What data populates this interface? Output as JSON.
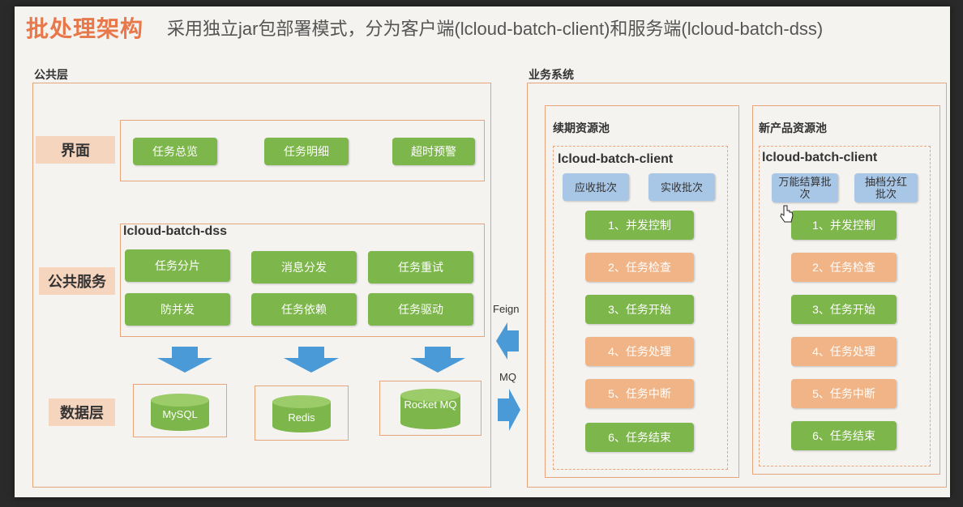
{
  "title": "批处理架构",
  "subtitle": "采用独立jar包部署模式，分为客户端(lcloud-batch-client)和服务端(lcloud-batch-dss)",
  "public_layer": {
    "label": "公共层",
    "ui_row": {
      "label": "界面",
      "items": [
        "任务总览",
        "任务明细",
        "超时预警"
      ]
    },
    "service_row": {
      "label": "公共服务",
      "box_title": "lcloud-batch-dss",
      "items": [
        "任务分片",
        "消息分发",
        "任务重试",
        "防并发",
        "任务依赖",
        "任务驱动"
      ]
    },
    "data_row": {
      "label": "数据层",
      "stores": [
        "MySQL",
        "Redis",
        "Rocket MQ"
      ]
    }
  },
  "connector": {
    "feign": "Feign",
    "mq": "MQ"
  },
  "business": {
    "label": "业务系统",
    "pools": [
      {
        "title": "续期资源池",
        "client": "lcloud-batch-client",
        "batches": [
          "应收批次",
          "实收批次"
        ],
        "steps": [
          "1、并发控制",
          "2、任务检查",
          "3、任务开始",
          "4、任务处理",
          "5、任务中断",
          "6、任务结束"
        ]
      },
      {
        "title": "新产品资源池",
        "client": "lcloud-batch-client",
        "batches": [
          "万能结算批次",
          "抽档分红批次"
        ],
        "steps": [
          "1、并发控制",
          "2、任务检查",
          "3、任务开始",
          "4、任务处理",
          "5、任务中断",
          "6、任务结束"
        ]
      }
    ]
  },
  "colors": {
    "accent": "#e8774a",
    "green": "#7db64a",
    "peach": "#f0b486",
    "blue": "#a8c6e6",
    "arrow": "#4a9ad8"
  }
}
